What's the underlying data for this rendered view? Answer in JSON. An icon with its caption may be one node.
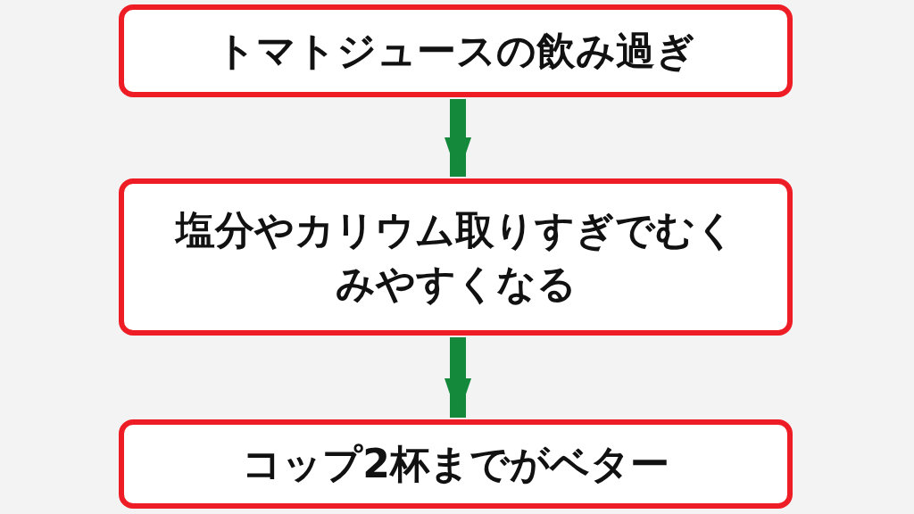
{
  "diagram": {
    "nodes": [
      {
        "text": [
          "トマトジュースの飲み過ぎ"
        ]
      },
      {
        "text": [
          "塩分やカリウム取りすぎでむくみやすくなる"
        ]
      },
      {
        "text": [
          "コップ2杯までがベター"
        ]
      }
    ],
    "edges": [
      {
        "from": 0,
        "to": 1,
        "arrow": "to"
      },
      {
        "from": 1,
        "to": 2,
        "arrow": "to"
      }
    ]
  }
}
